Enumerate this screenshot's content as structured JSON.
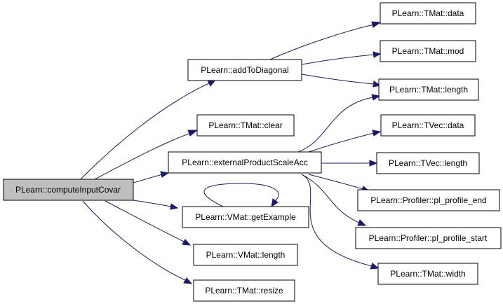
{
  "diagram": {
    "edge_color": "#191970",
    "root_fill": "#bfbfbf",
    "nodes": {
      "compute_input_covar": "PLearn::computeInputCovar",
      "add_to_diagonal": "PLearn::addToDiagonal",
      "tmat_clear": "PLearn::TMat::clear",
      "external_product_scale_acc": "PLearn::externalProductScaleAcc",
      "vmat_get_example": "PLearn::VMat::getExample",
      "vmat_length": "PLearn::VMat::length",
      "tmat_resize": "PLearn::TMat::resize",
      "tmat_data": "PLearn::TMat::data",
      "tmat_mod": "PLearn::TMat::mod",
      "tmat_length": "PLearn::TMat::length",
      "tvec_data": "PLearn::TVec::data",
      "tvec_length": "PLearn::TVec::length",
      "profiler_end": "PLearn::Profiler::pl_profile_end",
      "profiler_start": "PLearn::Profiler::pl_profile_start",
      "tmat_width": "PLearn::TMat::width"
    },
    "edges": [
      [
        "compute_input_covar",
        "add_to_diagonal"
      ],
      [
        "compute_input_covar",
        "tmat_clear"
      ],
      [
        "compute_input_covar",
        "external_product_scale_acc"
      ],
      [
        "compute_input_covar",
        "vmat_get_example"
      ],
      [
        "compute_input_covar",
        "vmat_length"
      ],
      [
        "compute_input_covar",
        "tmat_resize"
      ],
      [
        "add_to_diagonal",
        "tmat_data"
      ],
      [
        "add_to_diagonal",
        "tmat_mod"
      ],
      [
        "add_to_diagonal",
        "tmat_length"
      ],
      [
        "external_product_scale_acc",
        "tmat_length"
      ],
      [
        "external_product_scale_acc",
        "tvec_data"
      ],
      [
        "external_product_scale_acc",
        "tvec_length"
      ],
      [
        "external_product_scale_acc",
        "profiler_end"
      ],
      [
        "external_product_scale_acc",
        "profiler_start"
      ],
      [
        "external_product_scale_acc",
        "tmat_width"
      ],
      [
        "vmat_get_example",
        "vmat_get_example"
      ]
    ]
  }
}
